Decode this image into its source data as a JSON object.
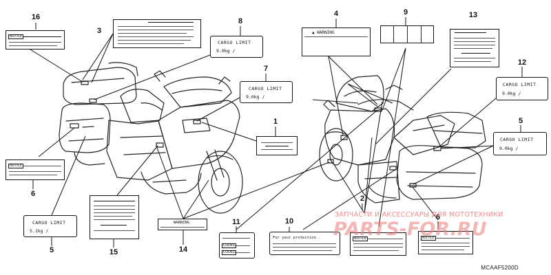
{
  "callouts": {
    "c1": "1",
    "c2": "2",
    "c3": "3",
    "c4": "4",
    "c5a": "5",
    "c5b": "5",
    "c6a": "6",
    "c6b": "6",
    "c7": "7",
    "c8": "8",
    "c9": "9",
    "c10": "10",
    "c11": "11",
    "c12": "12",
    "c13": "13",
    "c14": "14",
    "c15": "15",
    "c16": "16"
  },
  "labels": {
    "cargo_limit": "CARGO LIMIT",
    "cargo_5": "5.1kg  /",
    "cargo_7": "9.0kg  /",
    "cargo_8": "9.0kg  /",
    "cargo_12": "9.0kg  /",
    "cargo_5b": "9.0kg  /",
    "warning": "WARNING",
    "notice": "NOTICE",
    "your_protection": "For your protection .",
    "code1": "CODE1",
    "code2": "CODE2"
  },
  "watermark": {
    "line1": "ЗАПЧАСТИ И АКСЕССУАРЫ ДЛЯ МОТОТЕХНИКИ",
    "line2": "PARTS-FOR.RU"
  },
  "diagram_code": "MCAAF5200D"
}
